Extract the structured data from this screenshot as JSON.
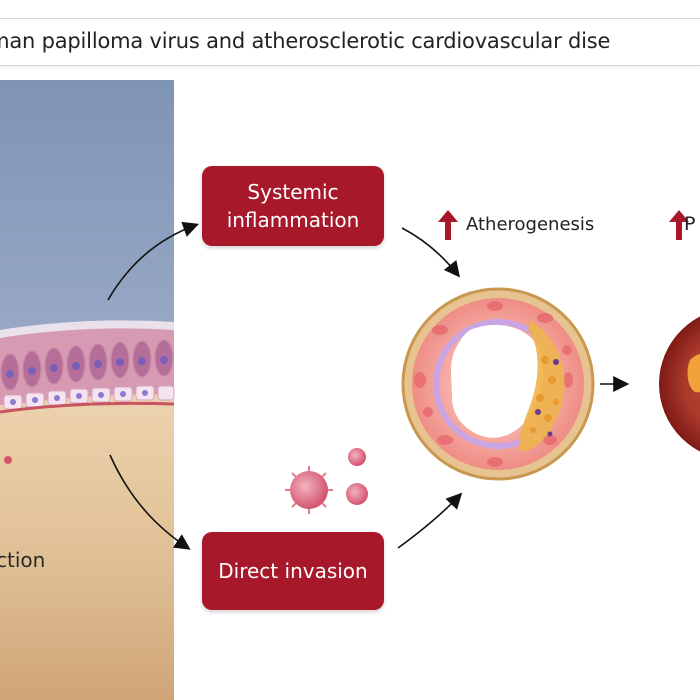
{
  "title": "uman papilloma virus and atherosclerotic cardiovascular dise",
  "boxes": {
    "systemic": "Systemic\ninflammation",
    "direct": "Direct invasion"
  },
  "labels": {
    "atherogenesis": "Atherogenesis",
    "infection": "ction",
    "cut_label": "P"
  },
  "colors": {
    "box_fill": "#a6182a",
    "up_arrow": "#a6182a",
    "sky": "#8fa3c4",
    "tissue": "#e3c49c"
  }
}
